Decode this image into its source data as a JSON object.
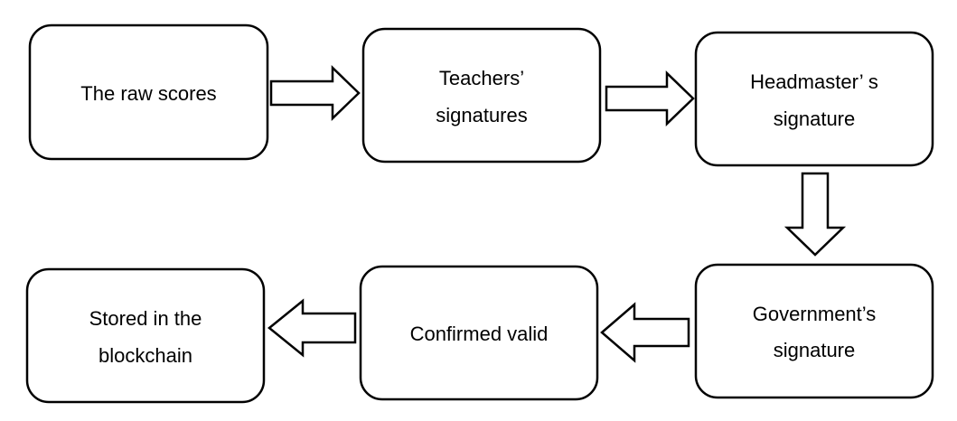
{
  "diagram": {
    "type": "flowchart",
    "stroke_color": "#000000",
    "fill_color": "#ffffff",
    "nodes": [
      {
        "id": "raw-scores",
        "lines": [
          "The raw scores"
        ]
      },
      {
        "id": "teachers-signatures",
        "lines": [
          "Teachers’",
          "signatures"
        ]
      },
      {
        "id": "headmaster-signature",
        "lines": [
          "Headmaster’ s",
          "signature"
        ]
      },
      {
        "id": "government-signature",
        "lines": [
          "Government’s",
          "signature"
        ]
      },
      {
        "id": "confirmed-valid",
        "lines": [
          "Confirmed valid"
        ]
      },
      {
        "id": "stored-blockchain",
        "lines": [
          "Stored in the",
          "blockchain"
        ]
      }
    ],
    "edges": [
      {
        "from": "raw-scores",
        "to": "teachers-signatures",
        "direction": "right"
      },
      {
        "from": "teachers-signatures",
        "to": "headmaster-signature",
        "direction": "right"
      },
      {
        "from": "headmaster-signature",
        "to": "government-signature",
        "direction": "down"
      },
      {
        "from": "government-signature",
        "to": "confirmed-valid",
        "direction": "left"
      },
      {
        "from": "confirmed-valid",
        "to": "stored-blockchain",
        "direction": "left"
      }
    ]
  }
}
